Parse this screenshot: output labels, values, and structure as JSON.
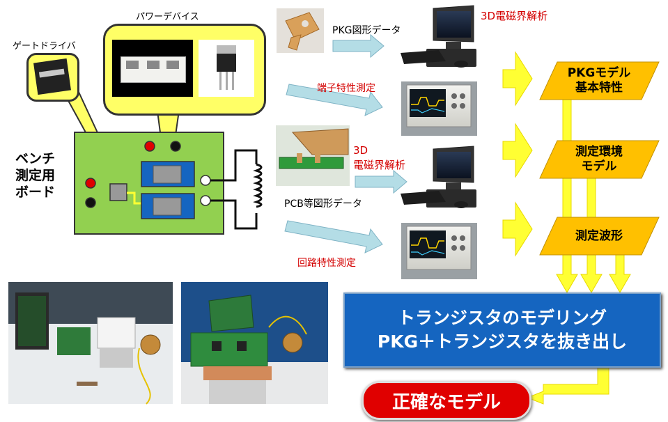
{
  "labels": {
    "power_device": "パワーデバイス",
    "gate_driver": "ゲートドライバ",
    "bench_board": [
      "ベンチ",
      "測定用",
      "ボード"
    ],
    "pkg_shape_data": "PKG図形データ",
    "em_analysis_top": "3D電磁界解析",
    "terminal_measure": "端子特性測定",
    "em_analysis_mid": [
      "3D",
      "電磁界解析"
    ],
    "pcb_shape_data": "PCB等図形データ",
    "circuit_measure": "回路特性測定"
  },
  "models": {
    "pkg_model": [
      "PKGモデル",
      "基本特性"
    ],
    "env_model": [
      "測定環境",
      "モデル"
    ],
    "waveform": [
      "測定波形"
    ]
  },
  "result_box": [
    "トランジスタのモデリング",
    "PKG＋トランジスタを抜き出し"
  ],
  "final": "正確なモデル",
  "colors": {
    "para_fill": "#ffc000",
    "arrow_yellow": "#ffff33",
    "arrow_cyan": "#b4dde6",
    "board_green": "#92d050",
    "blue_box": "#1565c0",
    "red_pill": "#e00000"
  }
}
